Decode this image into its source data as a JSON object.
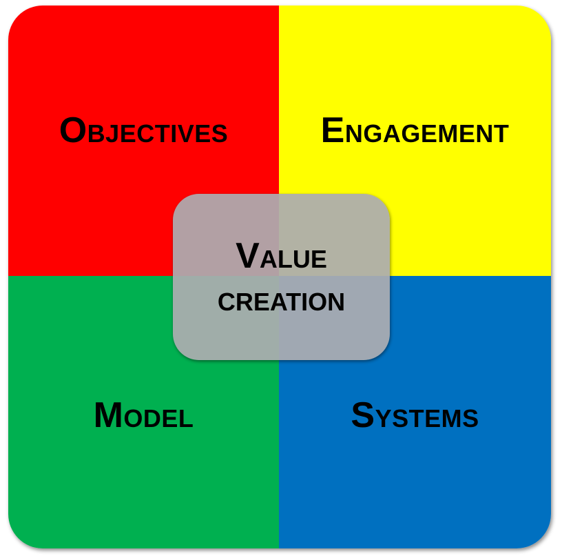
{
  "quadrants": [
    {
      "label": "Objectives",
      "color": "#ff0000"
    },
    {
      "label": "Engagement",
      "color": "#ffff00"
    },
    {
      "label": "Model",
      "color": "#00b050"
    },
    {
      "label": "Systems",
      "color": "#0070c0"
    }
  ],
  "center": {
    "line1": "Value",
    "line2": "creation"
  }
}
